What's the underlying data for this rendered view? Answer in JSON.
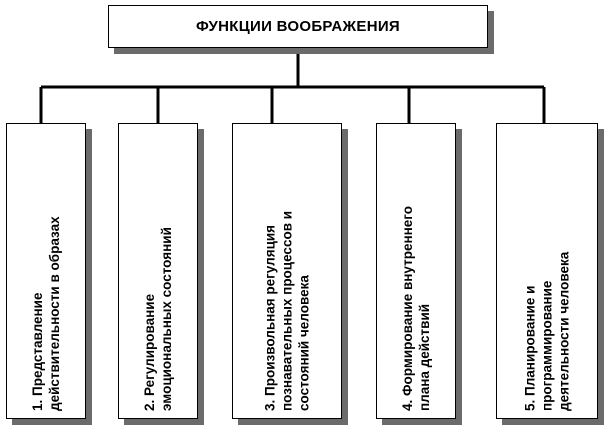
{
  "title": "ФУНКЦИИ ВООБРАЖЕНИЯ",
  "functions": [
    {
      "lines": [
        "1. Представление",
        "действительности в образах"
      ]
    },
    {
      "lines": [
        "2. Регулирование",
        "эмоциональных состояний"
      ]
    },
    {
      "lines": [
        "3. Произвольная регуляция",
        "познавательных процессов и",
        "состояний человека"
      ]
    },
    {
      "lines": [
        "4. Формирование внутреннего",
        "плана действий"
      ]
    },
    {
      "lines": [
        "5. Планирование и",
        "программирование",
        "деятельности человека"
      ]
    }
  ]
}
